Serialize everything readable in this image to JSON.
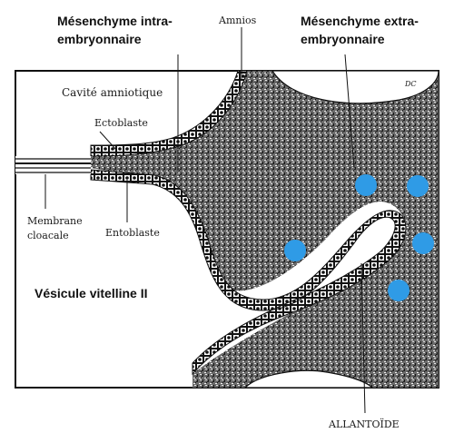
{
  "labels": {
    "mesenchyme_intra": [
      "Mésenchyme intra-",
      "embryonnaire"
    ],
    "mesenchyme_extra": [
      "Mésenchyme extra-",
      "embryonnaire"
    ],
    "amnios": "Amnios",
    "cavite_amniotique": "Cavité amniotique",
    "ectoblaste": "Ectoblaste",
    "membrane_cloacale": [
      "Membrane",
      "cloacale"
    ],
    "entoblaste": "Entoblaste",
    "vesicule_vitelline": "Vésicule vitelline II",
    "allantoide": "ALLANTOÏDE",
    "signature": "DC"
  },
  "colors": {
    "marker": "#2f9be6",
    "ink": "#1a1a1a",
    "tissue": "#4a4a4a",
    "background": "#ffffff"
  }
}
